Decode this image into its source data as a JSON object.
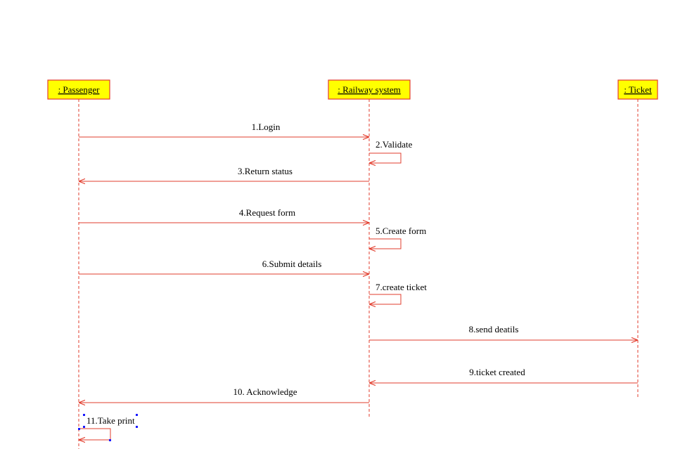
{
  "diagram": {
    "type": "sequence",
    "lifelines": [
      {
        "id": "passenger",
        "label": ": Passenger"
      },
      {
        "id": "railway",
        "label": ": Railway system"
      },
      {
        "id": "ticket",
        "label": ": Ticket"
      }
    ],
    "messages": [
      {
        "id": "m1",
        "label": "1.Login",
        "from": "passenger",
        "to": "railway"
      },
      {
        "id": "m2",
        "label": "2.Validate",
        "from": "railway",
        "to": "railway"
      },
      {
        "id": "m3",
        "label": "3.Return status",
        "from": "railway",
        "to": "passenger"
      },
      {
        "id": "m4",
        "label": "4.Request form",
        "from": "passenger",
        "to": "railway"
      },
      {
        "id": "m5",
        "label": "5.Create form",
        "from": "railway",
        "to": "railway"
      },
      {
        "id": "m6",
        "label": "6.Submit details",
        "from": "passenger",
        "to": "railway"
      },
      {
        "id": "m7",
        "label": "7.create ticket",
        "from": "railway",
        "to": "railway"
      },
      {
        "id": "m8",
        "label": "8.send deatils",
        "from": "railway",
        "to": "ticket"
      },
      {
        "id": "m9",
        "label": "9.ticket created",
        "from": "ticket",
        "to": "railway"
      },
      {
        "id": "m10",
        "label": "10. Acknowledge",
        "from": "railway",
        "to": "passenger"
      },
      {
        "id": "m11",
        "label": "11.Take print",
        "from": "passenger",
        "to": "passenger",
        "selected": true
      }
    ]
  },
  "colors": {
    "line": "#e23c2c",
    "box_fill": "#ffff00",
    "selection_handle": "#1a1aff",
    "background": "#ffffff"
  }
}
